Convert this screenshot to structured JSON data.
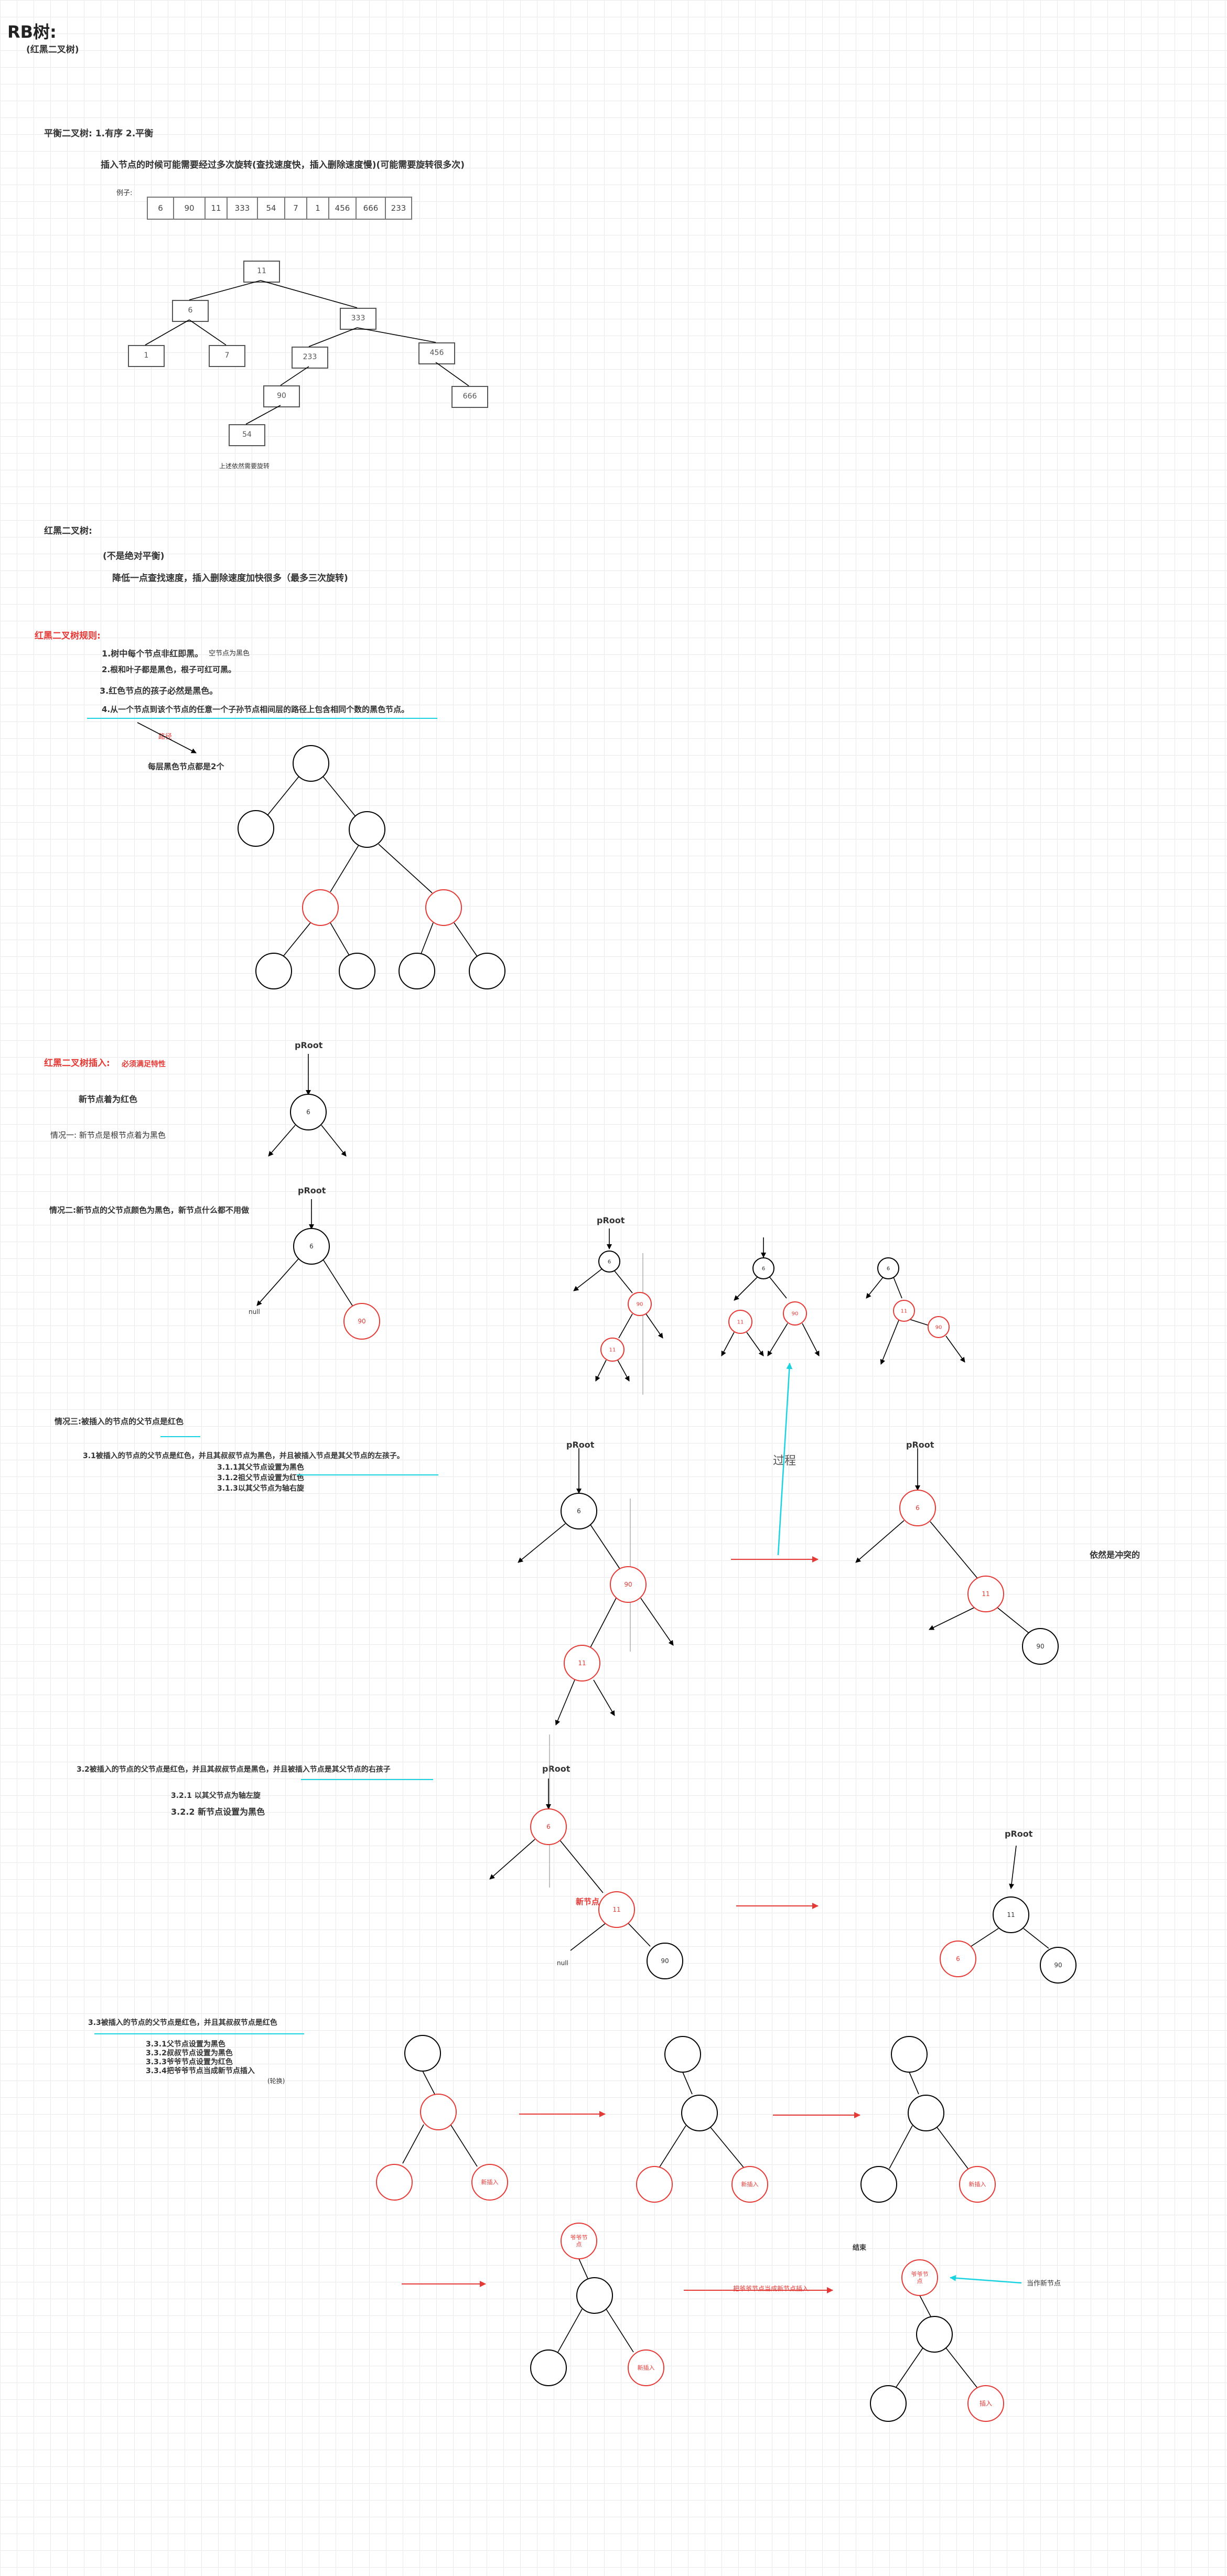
{
  "title": "RB树:",
  "subtitle": "(红黑二叉树)",
  "balanced": {
    "heading": "平衡二叉树:  1.有序   2.平衡",
    "desc": "插入节点的时候可能需要经过多次旋转(查找速度快，插入删除速度慢)(可能需要旋转很多次)",
    "example_label": "例子:",
    "example_values": [
      "6",
      "90",
      "11",
      "333",
      "54",
      "7",
      "1",
      "456",
      "666",
      "233"
    ],
    "tree_nodes": [
      "11",
      "6",
      "333",
      "1",
      "7",
      "233",
      "456",
      "90",
      "666",
      "54"
    ],
    "note": "上述依然需要旋转"
  },
  "rbtree": {
    "heading": "红黑二叉树:",
    "line1": "(不是绝对平衡)",
    "line2": "降低一点查找速度，插入删除速度加快很多（最多三次旋转)"
  },
  "rules": {
    "heading": "红黑二叉树规则:",
    "r1": "1.树中每个节点非红即黑。",
    "r1_note": "空节点为黑色",
    "r2": "2.根和叶子都是黑色，根子可红可黑。",
    "r3": "3.红色节点的孩子必然是黑色。",
    "r4": "4.从一个节点到该个节点的任意一个子孙节点相间层的路径上包含相同个数的黑色节点。",
    "path_label": "路径",
    "path_note": "每层黑色节点都是2个"
  },
  "insert": {
    "heading": "红黑二叉树插入:",
    "heading_note": "必须满足特性",
    "new_red": "新节点着为红色",
    "case1": "情况一:  新节点是根节点着为黑色",
    "case2": "情况二:新节点的父节点颜色为黑色，新节点什么都不用做",
    "case3": "情况三:被插入的节点的父节点是红色",
    "c31": "3.1被插入的节点的父节点是红色，并且其叔叔节点为黑色，并且被插入节点是其父节点的左孩子。",
    "c311": "3.1.1其父节点设置为黑色",
    "c312": "3.1.2祖父节点设置为红色",
    "c313": "3.1.3以其父节点为轴右旋",
    "c32": "3.2被插入的节点的父节点是红色，并且其叔叔节点是黑色，并且被插入节点是其父节点的右孩子",
    "c321": "3.2.1  以其父节点为轴左旋",
    "c322": "3.2.2 新节点设置为黑色",
    "c33": "3.3被插入的节点的父节点是红色，并且其叔叔节点是红色",
    "c331": "3.3.1父节点设置为黑色",
    "c332": "3.3.2叔叔节点设置为黑色",
    "c333": "3.3.3爷爷节点设置为红色",
    "c334": "3.3.4把爷爷节点当成新节点插入",
    "c334_note": "(轮换)",
    "proot": "pRoot",
    "null_label": "null",
    "process": "过程",
    "still_conflict": "依然是冲突的",
    "new_node_label": "新节点",
    "new_insert": "新插入",
    "grandpa_node": "爷爷节\n点",
    "grandpa_insert_label": "把爷爷节点当成新节点插入",
    "end_label": "结束",
    "current_new": "当作新节点",
    "insert_label": "插入",
    "vals": {
      "six": "6",
      "ninety": "90",
      "eleven": "11"
    }
  }
}
